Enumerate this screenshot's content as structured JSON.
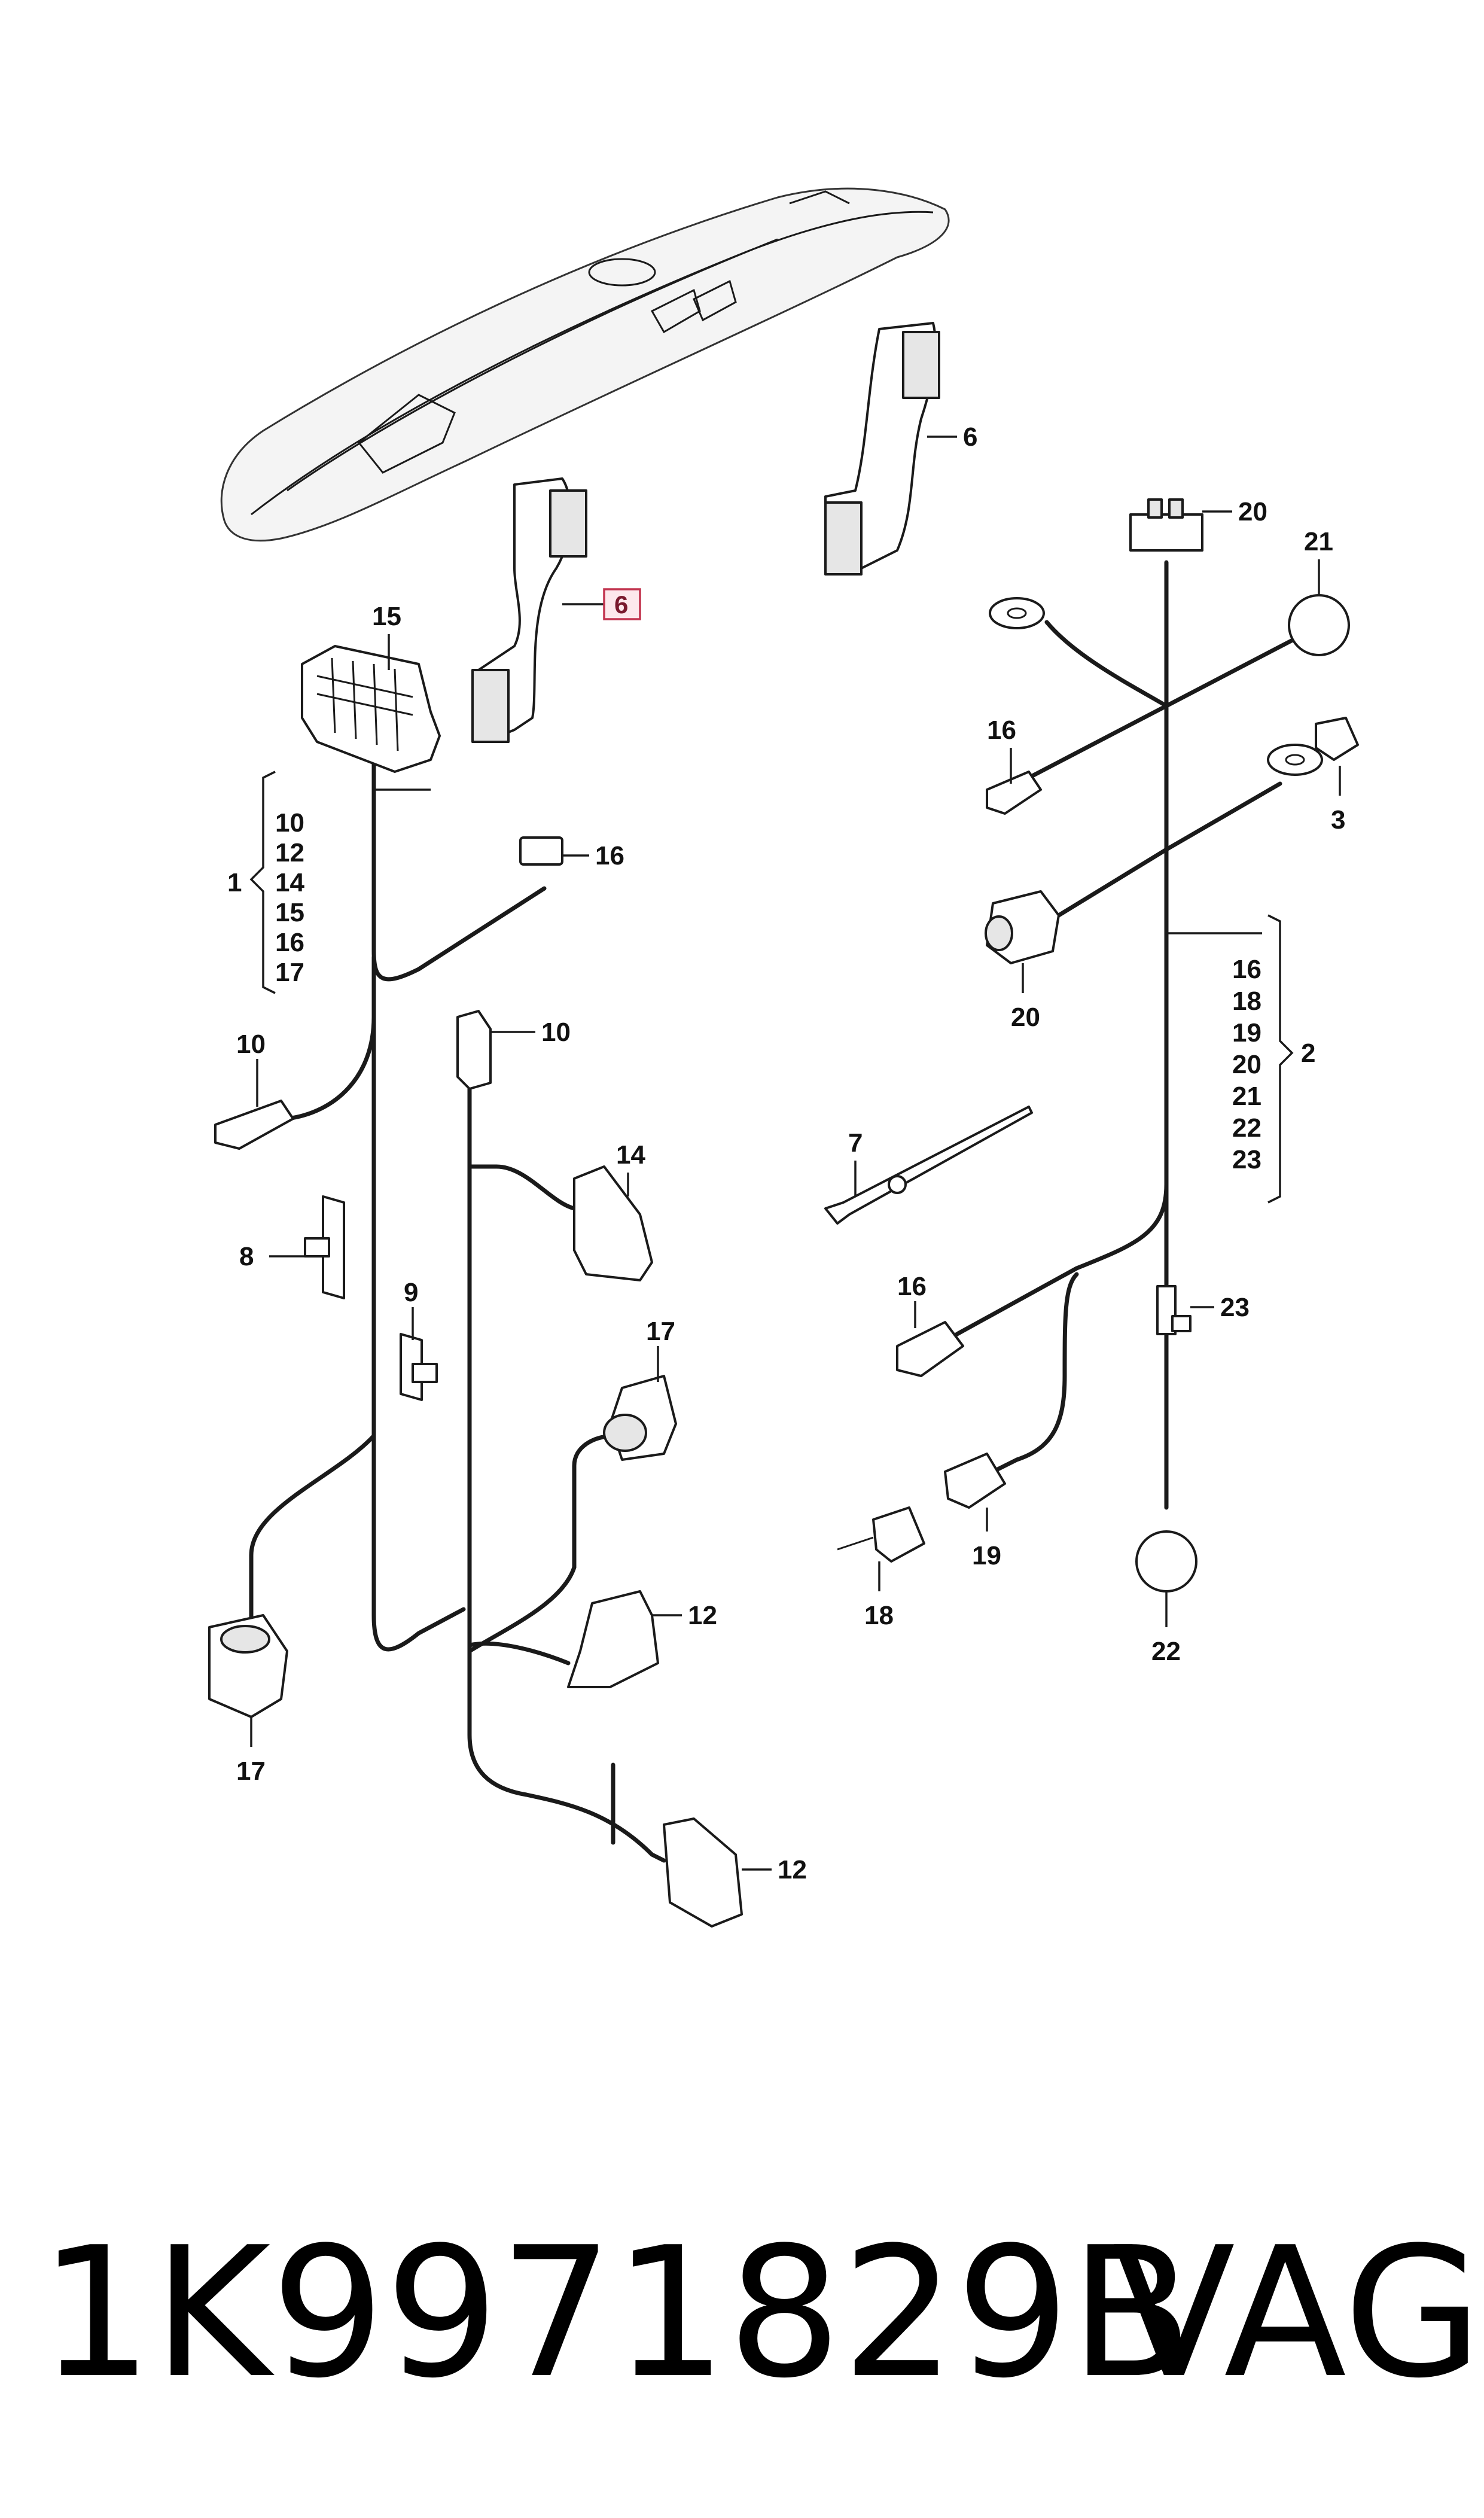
{
  "callouts": {
    "c1": "1",
    "c2": "2",
    "c3": "3",
    "c6a": "6",
    "c6b": "6",
    "c7": "7",
    "c8": "8",
    "c9": "9",
    "c10a": "10",
    "c10b": "10",
    "c12a": "12",
    "c12b": "12",
    "c14": "14",
    "c15": "15",
    "c16a": "16",
    "c16b": "16",
    "c16c": "16",
    "c17a": "17",
    "c17b": "17",
    "c18": "18",
    "c19": "19",
    "c20a": "20",
    "c20b": "20",
    "c21": "21",
    "c22": "22",
    "c23": "23"
  },
  "group1": {
    "number": "1",
    "items": [
      "10",
      "12",
      "14",
      "15",
      "16",
      "17"
    ]
  },
  "group2": {
    "number": "2",
    "items": [
      "16",
      "18",
      "19",
      "20",
      "21",
      "22",
      "23"
    ]
  },
  "footer": {
    "part_number": "1K9971829B",
    "brand": "VAG"
  },
  "colors": {
    "highlight_fill": "#fde8ec",
    "highlight_border": "#c2334e",
    "line": "#1a1a1a"
  }
}
